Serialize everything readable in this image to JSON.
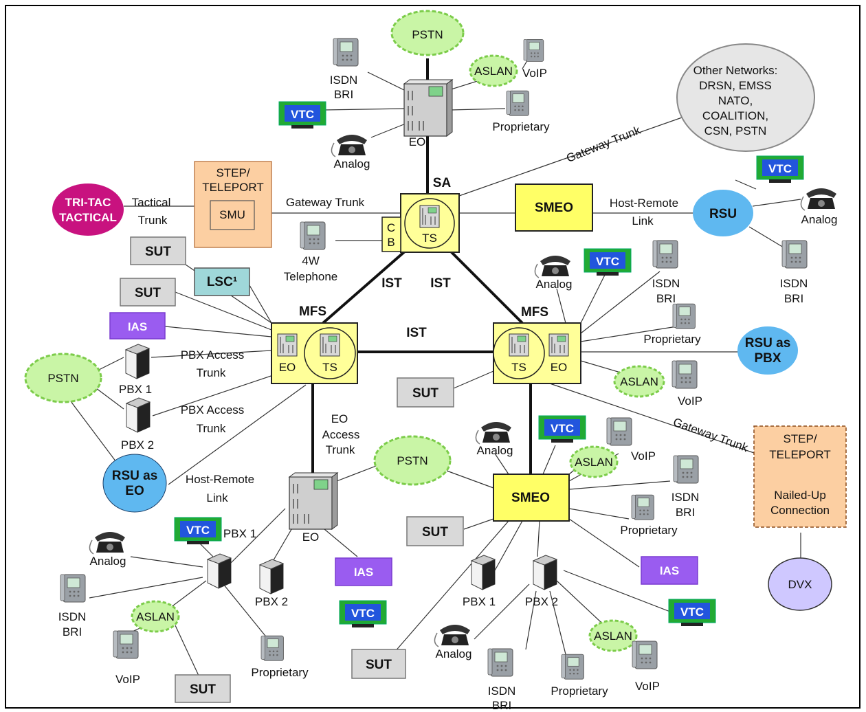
{
  "colors": {
    "cloud": "#c9f5a6",
    "cloud_stroke": "#7ccc4a",
    "grey_cloud": "#e6e6e6",
    "step": "#fccfa2",
    "yellow": "#ffff99",
    "yellow_bright": "#ffff66",
    "sut": "#d9d9d9",
    "lsc": "#9fd7d9",
    "ias": "#9a5cf0",
    "rsu": "#5fb8f0",
    "tritac": "#c8127f",
    "dvx": "#cfc8ff",
    "vtc_frame": "#22aa33",
    "vtc_screen": "#2255dd"
  },
  "top": {
    "pstn": "PSTN",
    "aslan": "ASLAN",
    "voip": "VoIP",
    "isdn": "ISDN",
    "bri": "BRI",
    "vtc": "VTC",
    "proprietary": "Proprietary",
    "eo": "EO",
    "analog": "Analog"
  },
  "other_networks": [
    "Other Networks:",
    "DRSN, EMSS",
    "NATO,",
    "COALITION,",
    "CSN, PSTN"
  ],
  "links": {
    "gateway_trunk": "Gateway Trunk",
    "gateway_trunk_2": "Gateway Trunk",
    "gateway_trunk_3": "Gateway Trunk",
    "tactical": "Tactical",
    "trunk": "Trunk",
    "host_remote": "Host-Remote",
    "link": "Link",
    "ist_left": "IST",
    "ist_right": "IST",
    "ist_mid": "IST",
    "pbx_access": "PBX Access",
    "pbx_access_2": "PBX Access",
    "trunk_2": "Trunk",
    "trunk_3": "Trunk",
    "eo_access_1": "EO",
    "eo_access_2": "Access",
    "eo_access_3": "Trunk",
    "host_remote_2": "Host-Remote",
    "link_2": "Link"
  },
  "sa": {
    "label": "SA",
    "ts": "TS",
    "cb_c": "C",
    "cb_b": "B"
  },
  "step1": {
    "line1": "STEP/",
    "line2": "TELEPORT",
    "smu": "SMU"
  },
  "step2": {
    "line1": "STEP/",
    "line2": "TELEPORT",
    "line3": "Nailed-Up",
    "line4": "Connection"
  },
  "tritac": {
    "line1": "TRI-TAC",
    "line2": "TACTICAL"
  },
  "smeo_top": "SMEO",
  "smeo_bottom": "SMEO",
  "rsu": "RSU",
  "rsu_pbx": {
    "line1": "RSU as",
    "line2": "PBX"
  },
  "rsu_eo": {
    "line1": "RSU as",
    "line2": "EO"
  },
  "telephone_4w": {
    "line1": "4W",
    "line2": "Telephone"
  },
  "mfs_left": {
    "label": "MFS",
    "eo": "EO",
    "ts": "TS"
  },
  "mfs_right": {
    "label": "MFS",
    "eo": "EO",
    "ts": "TS"
  },
  "sut": "SUT",
  "lsc": "LSC¹",
  "ias": "IAS",
  "pbx1": "PBX 1",
  "pbx2": "PBX 2",
  "dvx": "DVX"
}
